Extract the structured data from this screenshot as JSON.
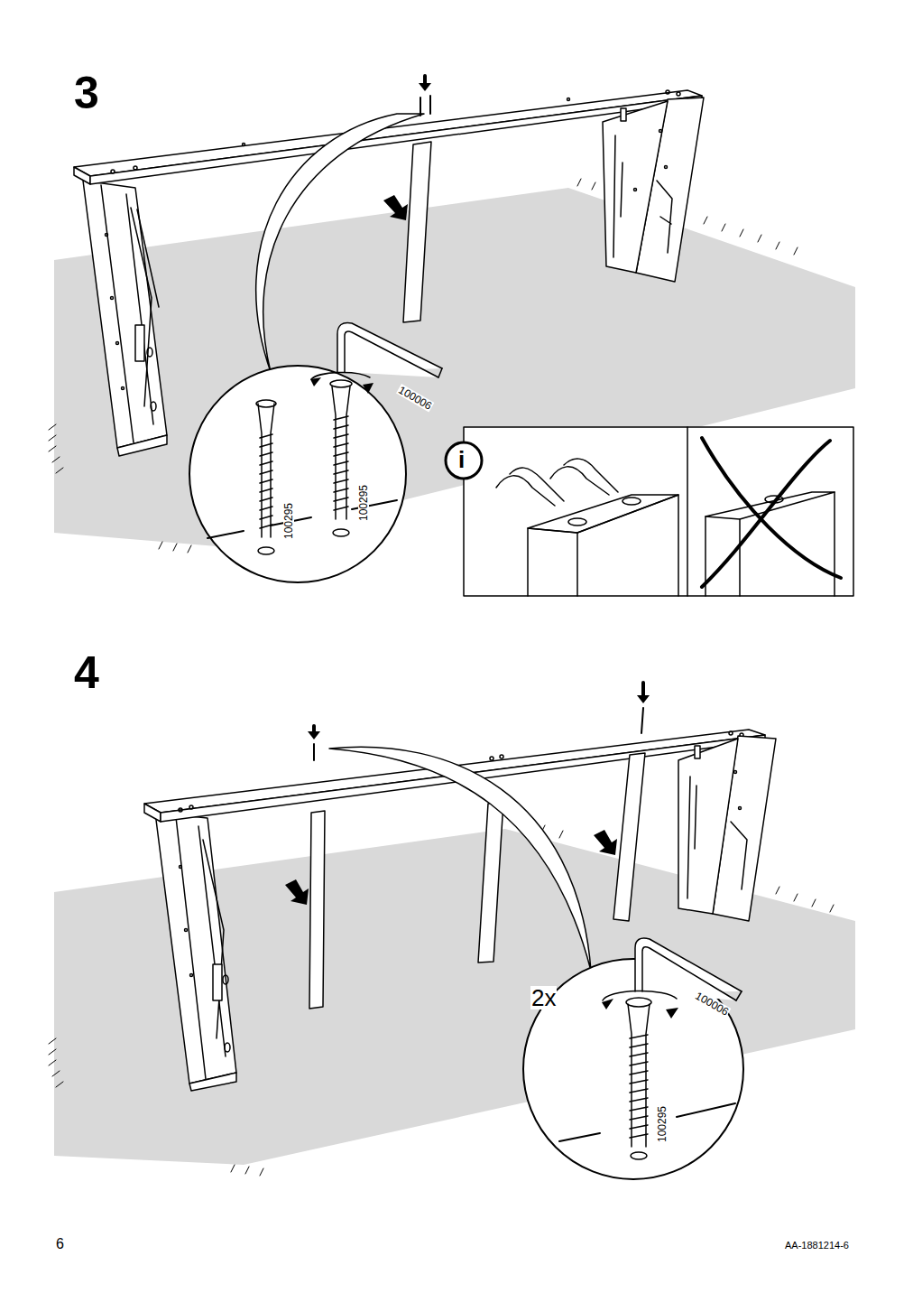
{
  "diagram": {
    "labels": [
      "3",
      "100006",
      "100295",
      "100295",
      "i",
      "4",
      "2x",
      "100006",
      "100295",
      "6",
      "AA-1881214-6"
    ]
  }
}
